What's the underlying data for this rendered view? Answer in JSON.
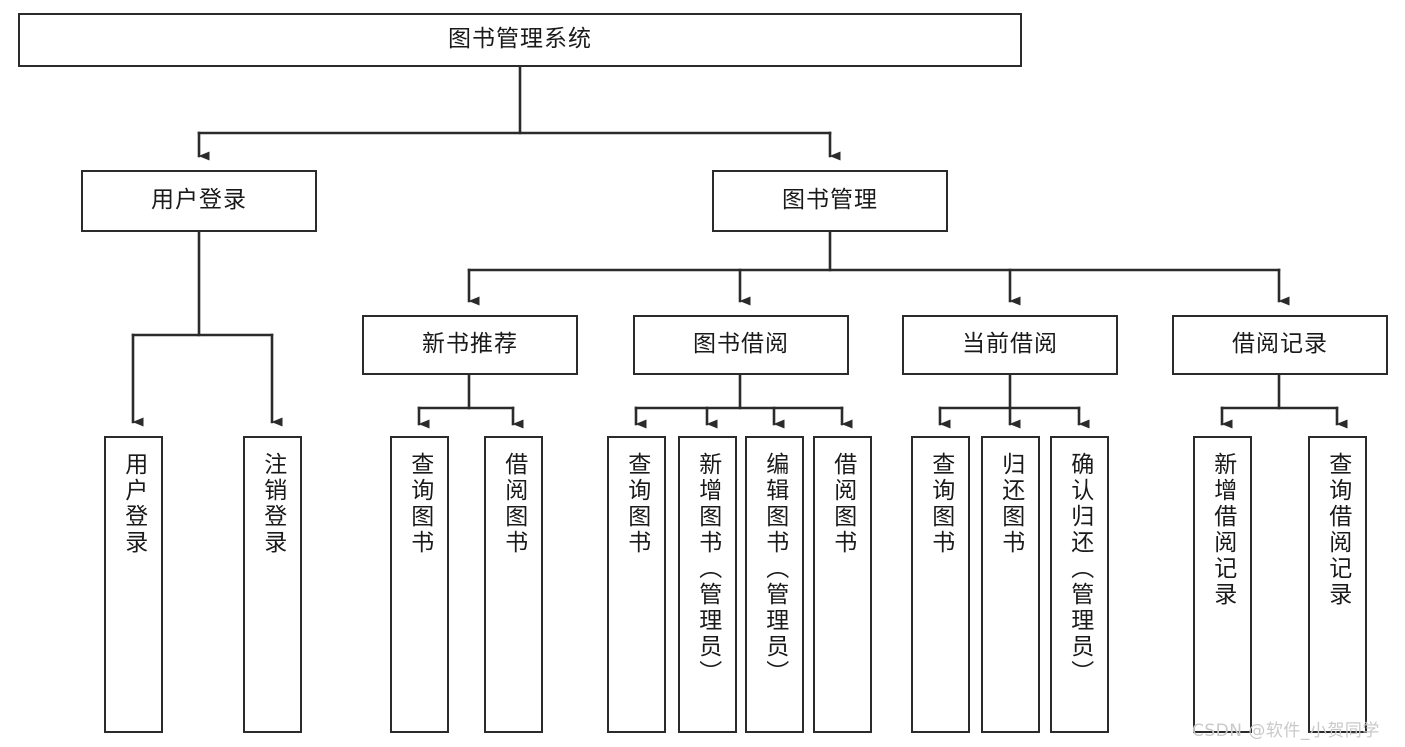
{
  "diagram": {
    "title": "图书管理系统",
    "type": "tree-hierarchy",
    "watermark": "CSDN @软件_小贺同学",
    "colors": {
      "stroke": "#2b2b2b",
      "fill": "#ffffff",
      "text": "#1a1a1a",
      "watermark": "#c9c9c9"
    },
    "nodes": {
      "root": {
        "label": "图书管理系统"
      },
      "level2": [
        {
          "id": "user-login",
          "label": "用户登录"
        },
        {
          "id": "book-manage",
          "label": "图书管理"
        }
      ],
      "level3": [
        {
          "id": "new-book-recommend",
          "label": "新书推荐"
        },
        {
          "id": "book-borrow",
          "label": "图书借阅"
        },
        {
          "id": "current-borrow",
          "label": "当前借阅"
        },
        {
          "id": "borrow-record",
          "label": "借阅记录"
        }
      ],
      "leaves": {
        "user-login": [
          {
            "id": "leaf-user-login",
            "label": "用户登录"
          },
          {
            "id": "leaf-logout",
            "label": "注销登录"
          }
        ],
        "new-book-recommend": [
          {
            "id": "leaf-query-book-1",
            "label": "查询图书"
          },
          {
            "id": "leaf-borrow-book-1",
            "label": "借阅图书"
          }
        ],
        "book-borrow": [
          {
            "id": "leaf-query-book-2",
            "label": "查询图书"
          },
          {
            "id": "leaf-add-book",
            "label": "新增图书（管理员）"
          },
          {
            "id": "leaf-edit-book",
            "label": "编辑图书（管理员）"
          },
          {
            "id": "leaf-borrow-book-2",
            "label": "借阅图书"
          }
        ],
        "current-borrow": [
          {
            "id": "leaf-query-book-3",
            "label": "查询图书"
          },
          {
            "id": "leaf-return-book",
            "label": "归还图书"
          },
          {
            "id": "leaf-confirm-return",
            "label": "确认归还（管理员）"
          }
        ],
        "borrow-record": [
          {
            "id": "leaf-add-record",
            "label": "新增借阅记录"
          },
          {
            "id": "leaf-query-record",
            "label": "查询借阅记录"
          }
        ]
      }
    }
  }
}
